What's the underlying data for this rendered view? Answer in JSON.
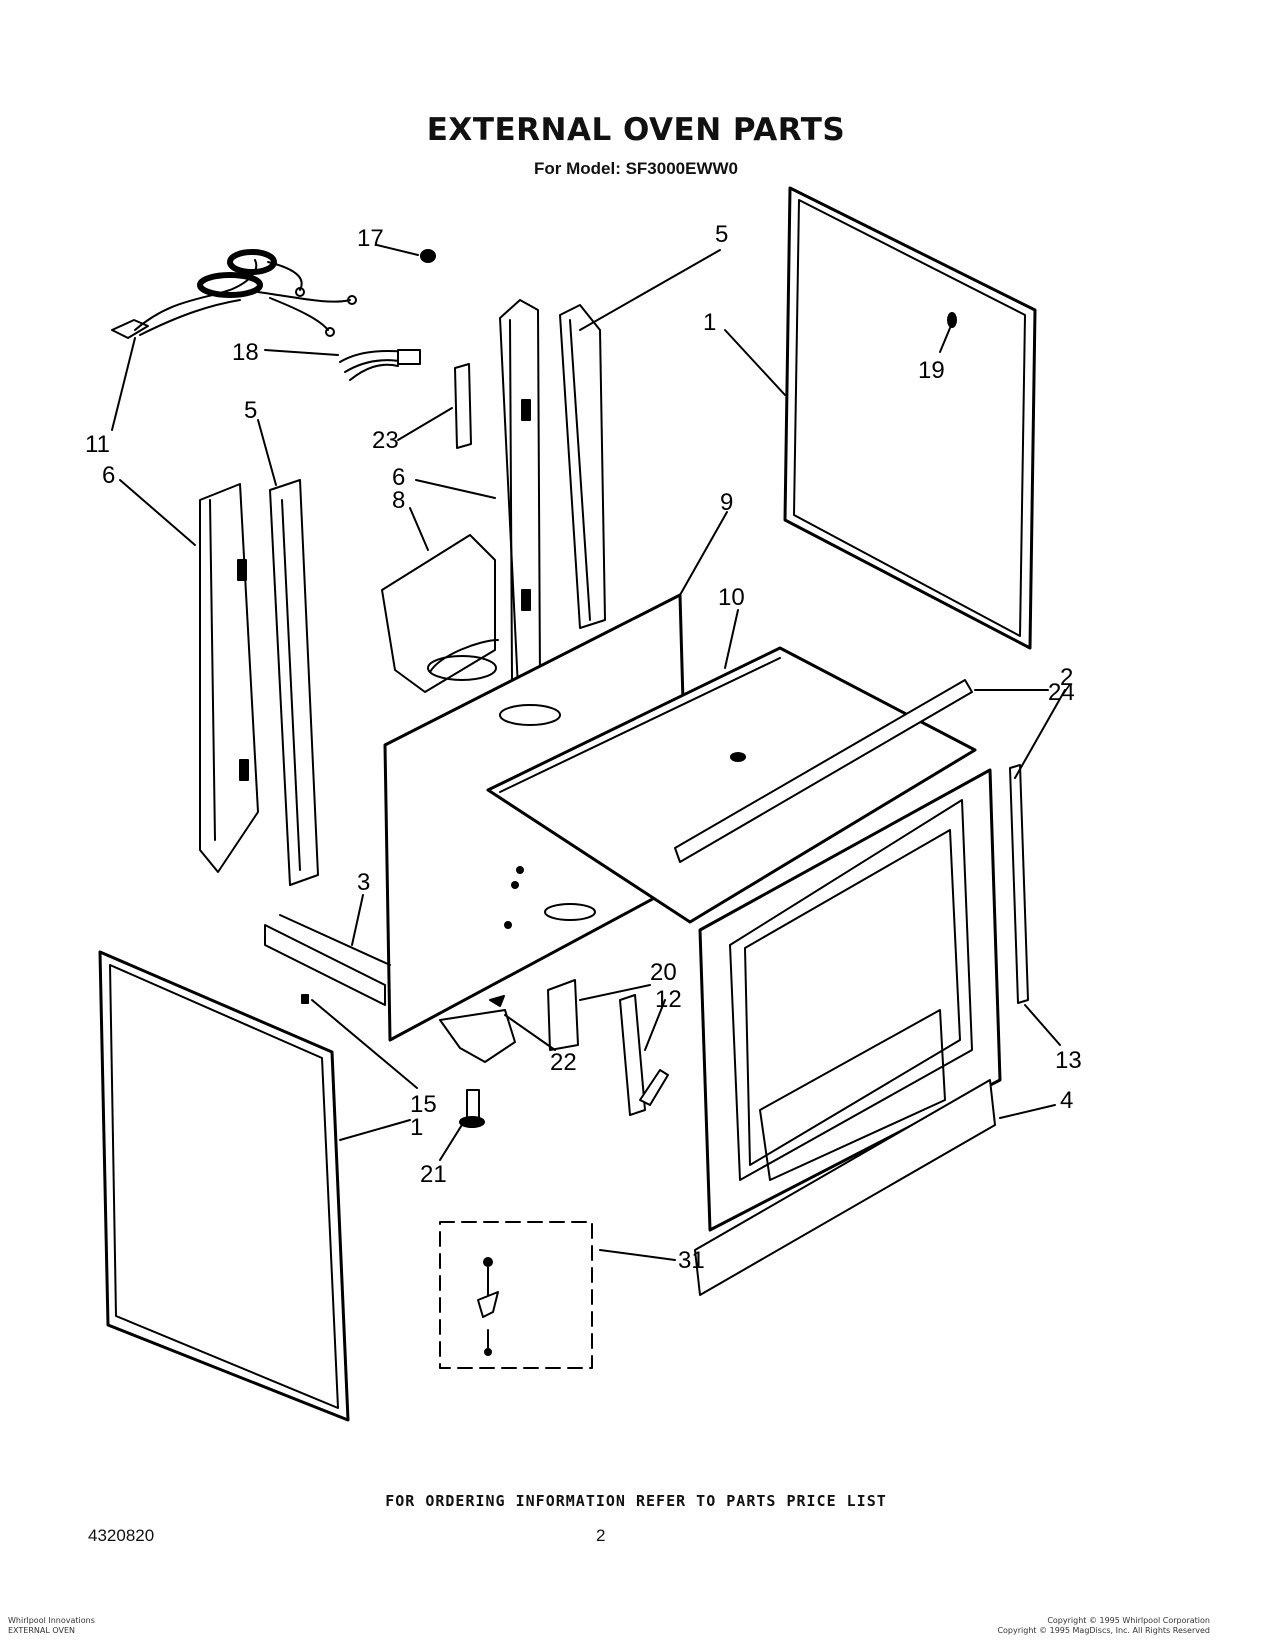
{
  "header": {
    "title": "EXTERNAL OVEN PARTS",
    "subtitle": "For Model: SF3000EWW0"
  },
  "footer": {
    "ordering_note": "FOR ORDERING INFORMATION REFER TO PARTS PRICE LIST",
    "document_number": "4320820",
    "page_number": "2",
    "left_small_print": [
      "Whirlpool Innovations",
      "EXTERNAL OVEN"
    ],
    "right_small_print": [
      "Copyright © 1995 Whirlpool Corporation",
      "Copyright © 1995 MagDiscs, Inc. All Rights Reserved"
    ]
  },
  "callouts": {
    "c1a": "1",
    "c1b": "1",
    "c2": "2",
    "c3": "3",
    "c4": "4",
    "c5a": "5",
    "c5b": "5",
    "c6a": "6",
    "c6b": "6",
    "c8": "8",
    "c9": "9",
    "c10": "10",
    "c11": "11",
    "c12": "12",
    "c13": "13",
    "c15": "15",
    "c17": "17",
    "c18": "18",
    "c19": "19",
    "c20": "20",
    "c21": "21",
    "c22": "22",
    "c23": "23",
    "c24": "24",
    "c31": "31"
  }
}
